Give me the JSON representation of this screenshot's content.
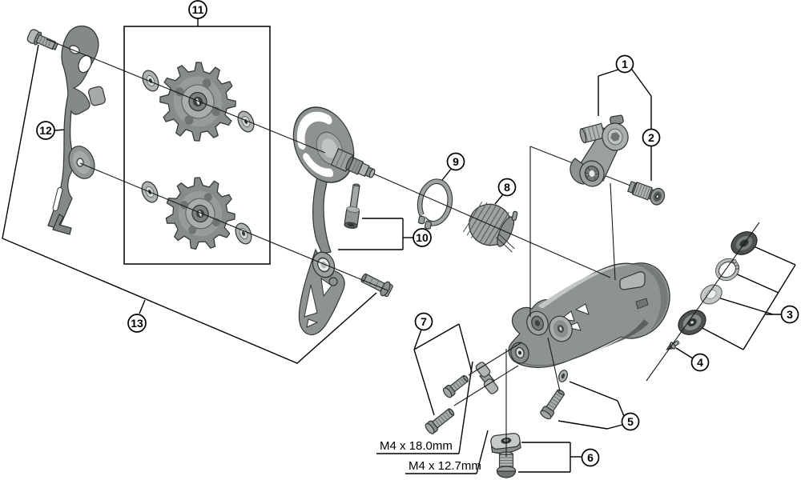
{
  "callouts": [
    "1",
    "2",
    "3",
    "4",
    "5",
    "6",
    "7",
    "8",
    "9",
    "10",
    "11",
    "12",
    "13"
  ],
  "dimension_labels": {
    "upper": "M4 x 18.0mm",
    "lower": "M4 x 12.7mm"
  },
  "colors": {
    "background": "#ffffff",
    "line": "#000000"
  }
}
